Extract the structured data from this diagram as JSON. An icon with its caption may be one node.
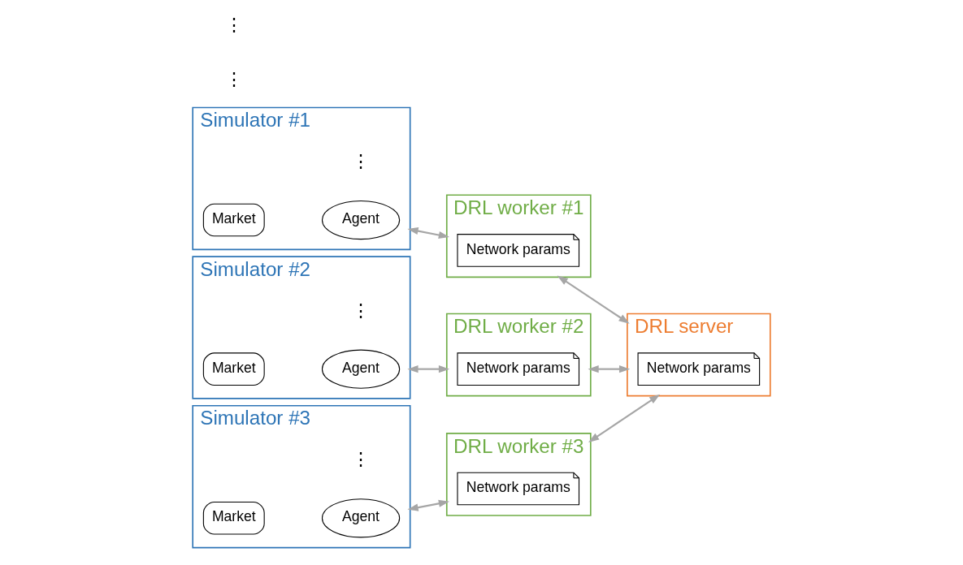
{
  "diagram": {
    "nodes": [
      {
        "text": [
          "Simulator #1"
        ]
      },
      {
        "text": [
          "Market"
        ],
        "in": 0
      },
      {
        "text": [
          "Agent"
        ],
        "in": 0
      },
      {
        "text": [
          "DRL worker #1"
        ]
      },
      {
        "text": [
          "Network params"
        ],
        "in": 3
      },
      {
        "text": [
          "Simulator #2"
        ]
      },
      {
        "text": [
          "Market"
        ],
        "in": 5
      },
      {
        "text": [
          "Agent"
        ],
        "in": 5
      },
      {
        "text": [
          "DRL worker #2"
        ]
      },
      {
        "text": [
          "Network params"
        ],
        "in": 8
      },
      {
        "text": [
          "Simulator #3"
        ]
      },
      {
        "text": [
          "Market"
        ],
        "in": 10
      },
      {
        "text": [
          "Agent"
        ],
        "in": 10
      },
      {
        "text": [
          "DRL worker #3"
        ]
      },
      {
        "text": [
          "Network params"
        ],
        "in": 13
      },
      {
        "text": [
          "DRL server"
        ]
      },
      {
        "text": [
          "Network params"
        ],
        "in": 15
      }
    ],
    "edges": [
      {
        "from": 0,
        "to": 3,
        "arrow": "both"
      },
      {
        "from": 5,
        "to": 8,
        "arrow": "both"
      },
      {
        "from": 10,
        "to": 13,
        "arrow": "both"
      },
      {
        "from": 3,
        "to": 15,
        "arrow": "both"
      },
      {
        "from": 8,
        "to": 15,
        "arrow": "both"
      },
      {
        "from": 13,
        "to": 15,
        "arrow": "both"
      }
    ],
    "labels": [
      "⋮",
      "⋮",
      "⋮",
      "⋮",
      "⋮"
    ]
  }
}
